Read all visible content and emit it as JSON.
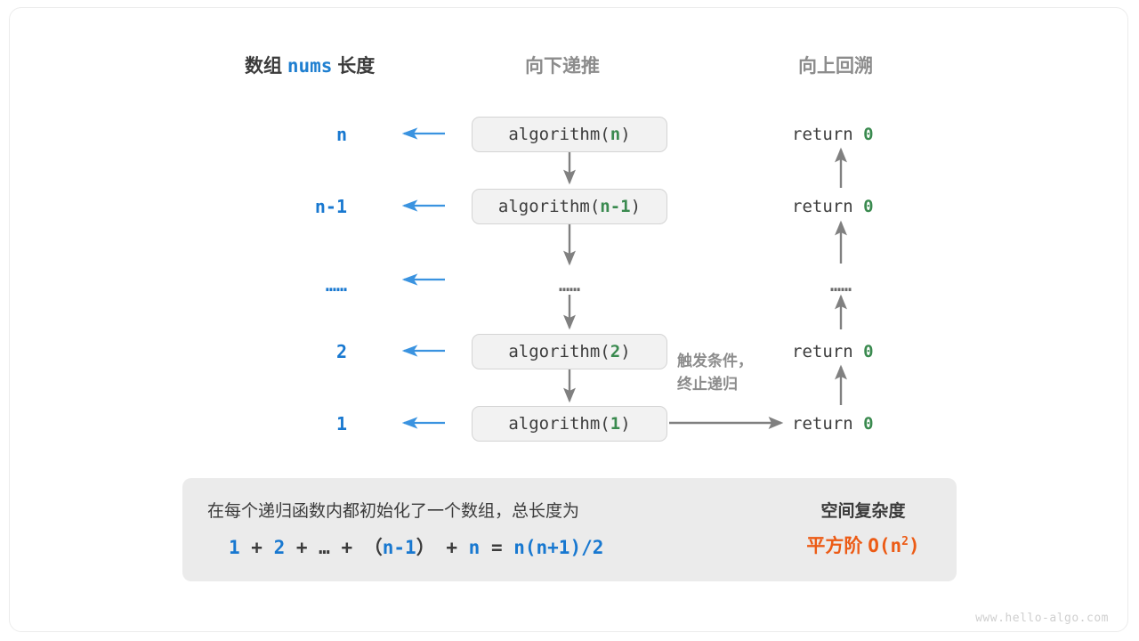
{
  "columns": {
    "left_title_prefix": "数组",
    "left_title_code": "nums",
    "left_title_suffix": "长度",
    "middle_title": "向下递推",
    "right_title": "向上回溯"
  },
  "rows": [
    {
      "length": "n",
      "call_prefix": "algorithm(",
      "call_arg": "n",
      "call_suffix": ")",
      "return_text": "return ",
      "return_value": "0"
    },
    {
      "length": "n-1",
      "call_prefix": "algorithm(",
      "call_arg": "n-1",
      "call_suffix": ")",
      "return_text": "return ",
      "return_value": "0"
    },
    {
      "length": "……",
      "call_prefix": "……",
      "call_arg": "",
      "call_suffix": "",
      "return_text": "……",
      "return_value": ""
    },
    {
      "length": "2",
      "call_prefix": "algorithm(",
      "call_arg": "2",
      "call_suffix": ")",
      "return_text": "return ",
      "return_value": "0"
    },
    {
      "length": "1",
      "call_prefix": "algorithm(",
      "call_arg": "1",
      "call_suffix": ")",
      "return_text": "return ",
      "return_value": "0"
    }
  ],
  "annotation": {
    "line1": "触发条件，",
    "line2": "终止递归"
  },
  "panel": {
    "description": "在每个递归函数内都初始化了一个数组，总长度为",
    "formula": {
      "t1": "1",
      "op1": " + ",
      "t2": "2",
      "op2": " + … + （",
      "t3": "n-1",
      "op3": "） + ",
      "t4": "n",
      "op4": " = ",
      "t5": "n(n+1)/2"
    },
    "result_title": "空间复杂度",
    "result_label": "平方阶",
    "result_big_o_prefix": "O(n",
    "result_big_o_exp": "2",
    "result_big_o_suffix": ")"
  },
  "watermark": "www.hello-algo.com",
  "colors": {
    "blue": "#1878d0",
    "green": "#3a8a4f",
    "orange": "#ec5b15",
    "gray_arrow": "#808080",
    "panel_bg": "#ebebeb",
    "box_bg": "#f2f2f2",
    "box_border": "#d4d4d4"
  }
}
